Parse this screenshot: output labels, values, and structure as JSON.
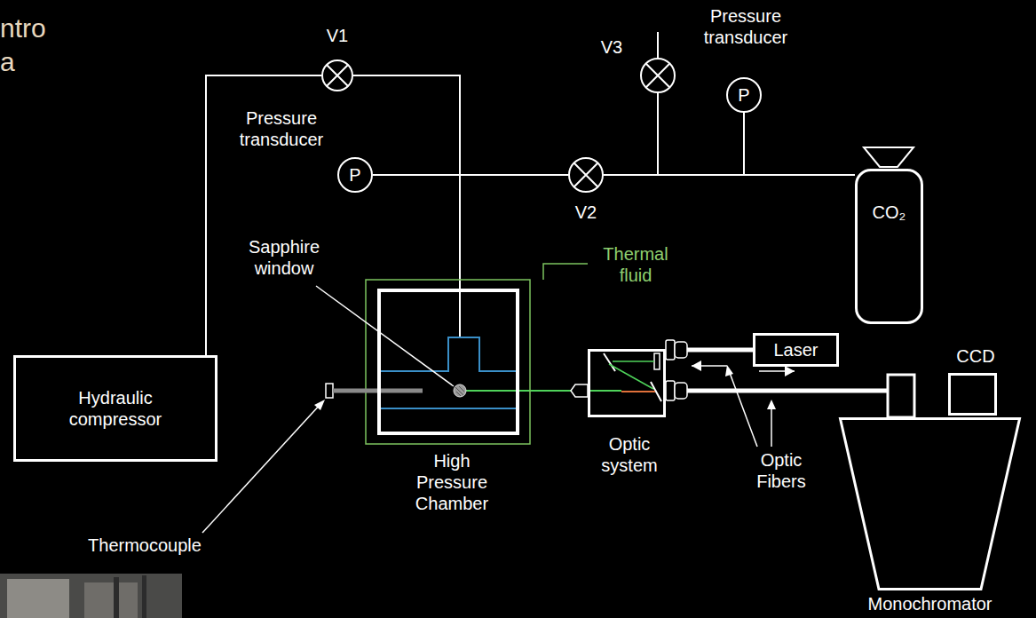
{
  "diagram": {
    "nodes": [
      {
        "text": [
          "Hydraulic compressor"
        ]
      },
      {
        "text": [
          "V1"
        ]
      },
      {
        "text": [
          "Pressure transducer",
          "P"
        ]
      },
      {
        "text": [
          "V2"
        ]
      },
      {
        "text": [
          "V3"
        ]
      },
      {
        "text": [
          "Pressure transducer",
          "P"
        ]
      },
      {
        "text": [
          "CO₂"
        ]
      },
      {
        "text": [
          "High Pressure Chamber"
        ]
      },
      {
        "text": [
          "Optic system"
        ]
      },
      {
        "text": [
          "Laser"
        ]
      },
      {
        "text": [
          "CCD"
        ]
      },
      {
        "text": [
          "Monochromator"
        ]
      }
    ],
    "edges": [
      {
        "from": 0,
        "to": 1,
        "arrow": "none"
      },
      {
        "from": 1,
        "to": 7,
        "arrow": "none"
      },
      {
        "from": 2,
        "to": 3,
        "arrow": "none"
      },
      {
        "from": 3,
        "to": 6,
        "arrow": "none"
      },
      {
        "from": 4,
        "to": 6,
        "arrow": "none"
      },
      {
        "from": 5,
        "to": 6,
        "arrow": "none"
      },
      {
        "from": 7,
        "to": 8,
        "arrow": "none"
      },
      {
        "from": 9,
        "to": 8,
        "arrow": "to"
      },
      {
        "from": 8,
        "to": 11,
        "arrow": "to"
      }
    ],
    "labels": [
      "ntro",
      "a",
      "Sapphire window",
      "Thermal fluid",
      "Thermocouple",
      "Optic Fibers"
    ]
  }
}
